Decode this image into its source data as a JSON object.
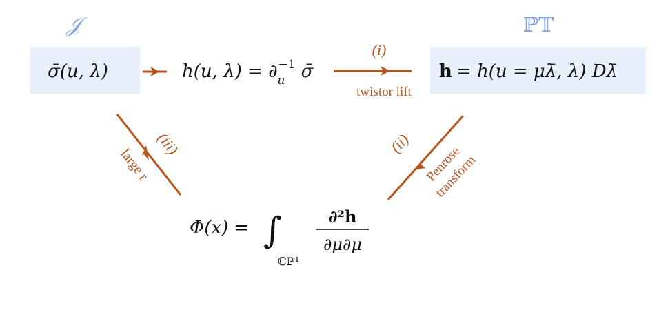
{
  "colors": {
    "arrow": "#b5541c",
    "box_fill": "#e8f0fb",
    "header": "#7fa0e0",
    "text": "#111111"
  },
  "headers": {
    "scri": "𝒥",
    "pt": "ℙ𝕋"
  },
  "nodes": {
    "sigma": "σ̄(u, λ)",
    "h_def_lhs": "h(u, λ) = ∂",
    "h_def_sub": "u",
    "h_def_sup": "−1",
    "h_def_rhs": "σ̄",
    "bold_h_lhs": "h",
    "bold_h_rhs": "= h(u = μλ̄, λ) Dλ̄",
    "phi_lhs": "Φ(x) =",
    "phi_integral": "∫",
    "phi_sub": "ℂℙ¹",
    "phi_num": "∂²h",
    "phi_den": "∂μ∂μ"
  },
  "arrows": {
    "i_label": "(i)",
    "i_caption": "twistor lift",
    "ii_label": "(ii)",
    "ii_caption_1": "Penrose",
    "ii_caption_2": "transform",
    "iii_label": "(iii)",
    "iii_caption": "large r"
  }
}
